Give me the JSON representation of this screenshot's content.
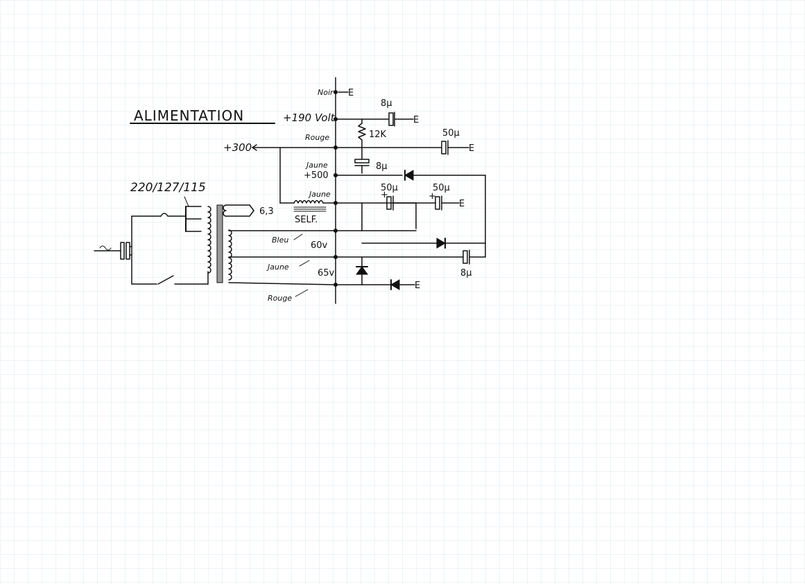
{
  "title": "ALIMENTATION",
  "labels": {
    "v190": "+190 Volt",
    "v300": "+300",
    "v500": "+500",
    "mains": "220/127/115",
    "heater": "6,3",
    "self": "SELF.",
    "v60": "60v",
    "v65": "65v",
    "r12k": "12K",
    "cap_8u_top": "8µ",
    "cap_8u_mid": "8µ",
    "cap_8u_right": "8µ",
    "cap_50u_top": "50µ",
    "cap_50u_a": "50µ",
    "cap_50u_b": "50µ",
    "plus": "+",
    "ground": "E"
  },
  "wires": {
    "noir": "Noir",
    "rouge_top": "Rouge",
    "jaune_500": "Jaune",
    "jaune_self": "Jaune",
    "bleu": "Bleu",
    "jaune_low": "Jaune",
    "rouge_low": "Rouge"
  }
}
